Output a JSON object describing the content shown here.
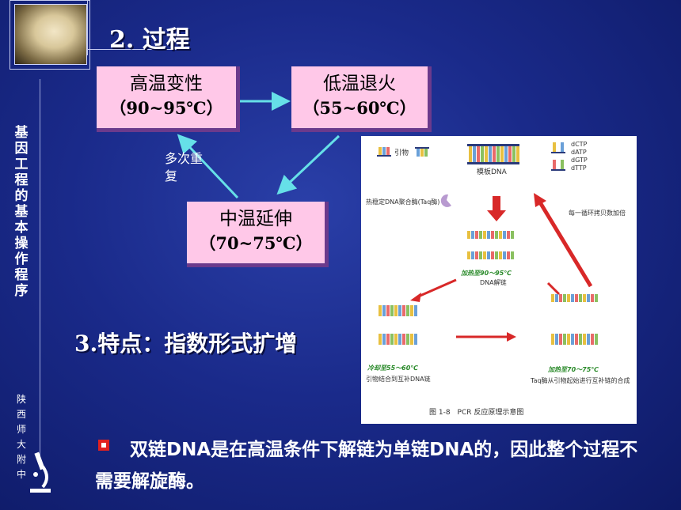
{
  "sidebar": {
    "vertical_title": "基因工程的基本操作程序",
    "school": "陕西师大附中"
  },
  "section_title": "2. 过程",
  "steps": {
    "denature": {
      "name": "高温变性",
      "temp": "（90~95℃）"
    },
    "anneal": {
      "name": "低温退火",
      "temp": "（55~60℃）"
    },
    "extend": {
      "name": "中温延伸",
      "temp": "（70~75℃）"
    }
  },
  "repeat_label": "多次重复",
  "feature": "3.特点：指数形式扩增",
  "figure": {
    "primer": "引物",
    "template": "模板DNA",
    "dntps": [
      "dCTP",
      "dATP",
      "dGTP",
      "dTTP"
    ],
    "polymerase": "热稳定DNA聚合酶(Taq酶)",
    "cycle_note": "每一循环拷贝数加倍",
    "heat_denature": "加热至90～95℃",
    "denature_label": "DNA解链",
    "cool": "冷却至55～60℃",
    "cool_label": "引物结合到互补DNA链",
    "heat_extend": "加热至70～75℃",
    "extend_label": "Taq酶从引物起始进行互补链的合成",
    "caption": "图 1-8　PCR 反应原理示意图"
  },
  "note": "双链DNA是在高温条件下解链为单链DNA的，因此整个过程不需要解旋酶。",
  "colors": {
    "box_fill": "#ffc8e8",
    "box_shadow": "#6b3a8c",
    "arrow": "#66e0e8",
    "note_icon": "#e02020"
  }
}
